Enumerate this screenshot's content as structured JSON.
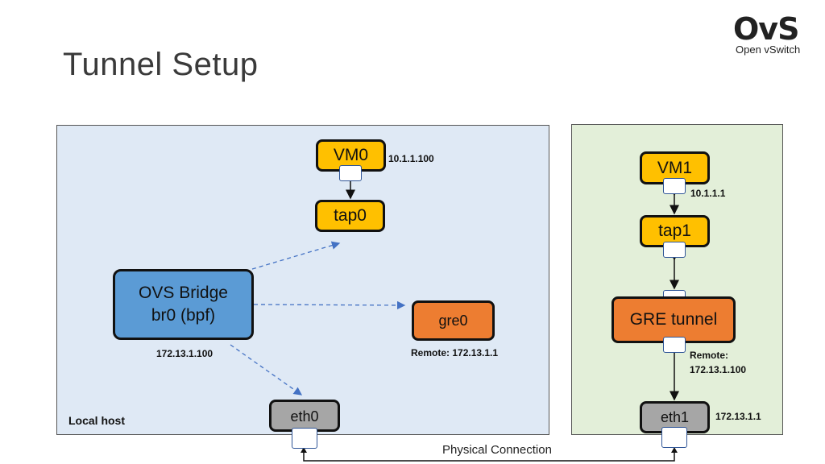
{
  "title": "Tunnel Setup",
  "logo": {
    "mark": "OvS",
    "subtitle": "Open vSwitch"
  },
  "left_panel": {
    "label": "Local host",
    "vm0": {
      "label": "VM0",
      "ip": "10.1.1.100"
    },
    "tap0": {
      "label": "tap0"
    },
    "bridge": {
      "line1": "OVS Bridge",
      "line2": "br0 (bpf)",
      "ip": "172.13.1.100"
    },
    "gre0": {
      "label": "gre0",
      "remote": "Remote: 172.13.1.1"
    },
    "eth0": {
      "label": "eth0"
    }
  },
  "right_panel": {
    "vm1": {
      "label": "VM1",
      "ip": "10.1.1.1"
    },
    "tap1": {
      "label": "tap1"
    },
    "gre_tunnel": {
      "label": "GRE tunnel",
      "remote_line1": "Remote:",
      "remote_line2": "172.13.1.100"
    },
    "eth1": {
      "label": "eth1",
      "ip": "172.13.1.1"
    }
  },
  "physical_connection": "Physical Connection",
  "colors": {
    "yellow": "#ffc000",
    "orange": "#ed7d31",
    "blue": "#5b9bd5",
    "gray": "#a6a6a6",
    "local_panel": "#dfe9f5",
    "remote_panel": "#e3efd9",
    "dashed_arrow": "#4472c4"
  }
}
